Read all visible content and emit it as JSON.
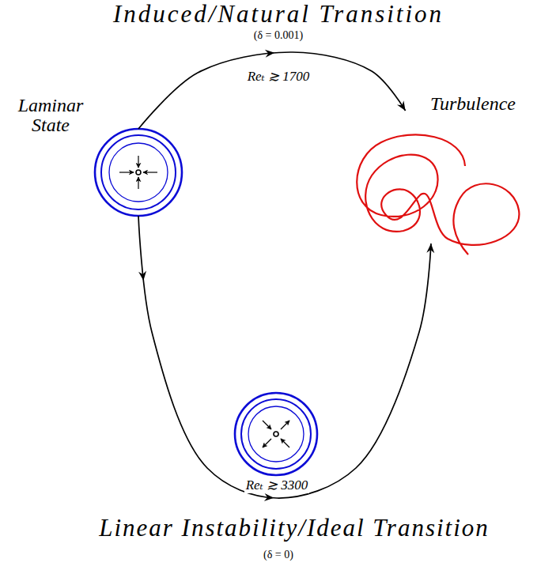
{
  "diagram": {
    "nodes": [
      {
        "text": [
          "Laminar State"
        ]
      },
      {
        "text": [
          "Turbulence"
        ]
      }
    ],
    "edges": [
      {
        "from": 0,
        "to": 1,
        "arrow": "to"
      },
      {
        "from": 0,
        "to": 1,
        "arrow": "to"
      }
    ],
    "labels": [
      "Induced/Natural Transition",
      "(δ = 0.001)",
      "Reₜ ≳ 1700",
      "Reₜ ≳ 3300",
      "Linear Instability/Ideal Transition",
      "(δ = 0)"
    ]
  }
}
